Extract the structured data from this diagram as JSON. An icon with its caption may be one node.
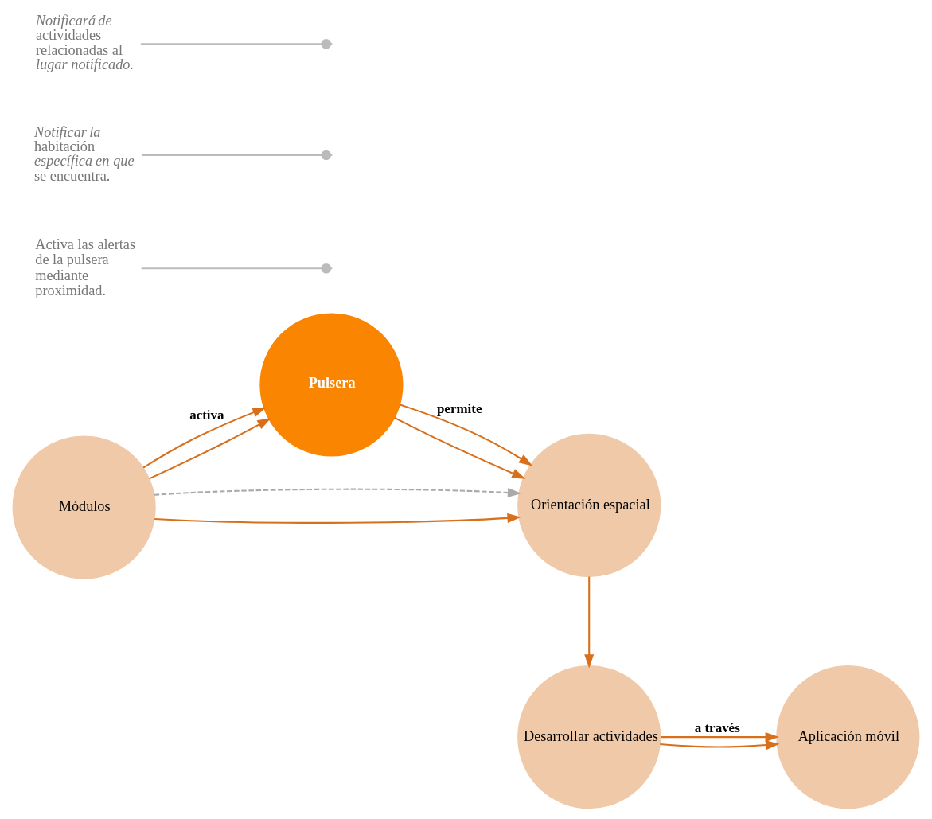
{
  "diagram": {
    "nodes": [
      {
        "text": [
          "Módulos"
        ]
      },
      {
        "text": [
          "Pulsera"
        ]
      },
      {
        "text": [
          "Orientación espacial"
        ]
      },
      {
        "text": [
          "Desarrollar actividades"
        ]
      },
      {
        "text": [
          "Aplicación móvil"
        ]
      },
      {
        "text": [
          "Activa las alertas de la pulsera mediante proximidad."
        ]
      },
      {
        "text": [
          "*Notificar la* habitación *específica en que* se encuentra."
        ]
      },
      {
        "text": [
          "*Notificará de* actividades relacionadas al *lugar notificado.*"
        ]
      }
    ],
    "edges": [
      {
        "from": 0,
        "to": 2,
        "arrow": "to"
      },
      {
        "from": 0,
        "to": 1,
        "arrow": "to",
        "label": "activa"
      },
      {
        "from": 0,
        "to": 1,
        "arrow": "to"
      },
      {
        "from": 1,
        "to": 2,
        "arrow": "to",
        "label": "permite"
      },
      {
        "from": 1,
        "to": 2,
        "arrow": "to"
      },
      {
        "from": 0,
        "to": 2,
        "arrow": "to",
        "style": "dashed",
        "color": "#aaaaaa"
      },
      {
        "from": 2,
        "to": 3,
        "arrow": "to"
      },
      {
        "from": 3,
        "to": 4,
        "arrow": "to",
        "label": "a través"
      },
      {
        "from": 3,
        "to": 4,
        "arrow": "to"
      },
      {
        "from": 5,
        "to": null,
        "arrow": "other",
        "color": "#bbbbbb"
      },
      {
        "from": 6,
        "to": null,
        "arrow": "other",
        "color": "#bbbbbb"
      },
      {
        "from": 7,
        "to": null,
        "arrow": "other",
        "color": "#bbbbbb"
      }
    ]
  }
}
